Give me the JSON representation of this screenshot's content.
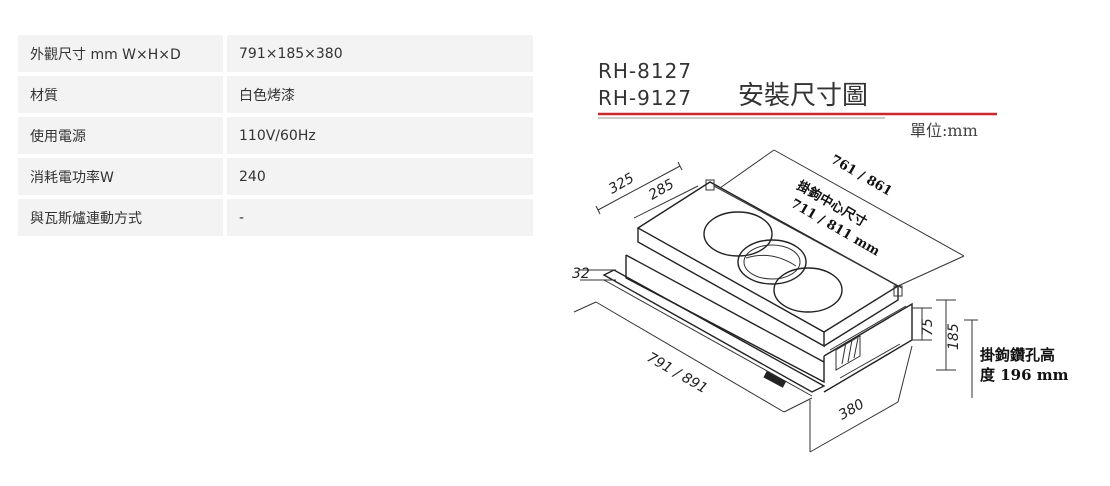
{
  "specs": [
    {
      "label": "外觀尺寸 mm W×H×D",
      "value": "791×185×380"
    },
    {
      "label": "材質",
      "value": "白色烤漆"
    },
    {
      "label": "使用電源",
      "value": "110V/60Hz"
    },
    {
      "label": "消耗電功率W",
      "value": "240"
    },
    {
      "label": "與瓦斯爐連動方式",
      "value": "-"
    }
  ],
  "figure": {
    "model_1": "RH-8127",
    "model_2": "RH-9127",
    "title": "安裝尺寸圖",
    "unit": "單位:mm",
    "accent_color": "#c8282e",
    "dims": {
      "d325": "325",
      "d285": "285",
      "d32": "32",
      "width_top": "761 / 861",
      "hook_label": "掛鉤中心尺寸",
      "hook_value": "711 / 811 mm",
      "width_front": "791 / 891",
      "depth": "380",
      "h75": "75",
      "h185": "185",
      "hole_note_1": "掛鉤鑽孔高",
      "hole_note_2": "度 196 mm"
    }
  }
}
